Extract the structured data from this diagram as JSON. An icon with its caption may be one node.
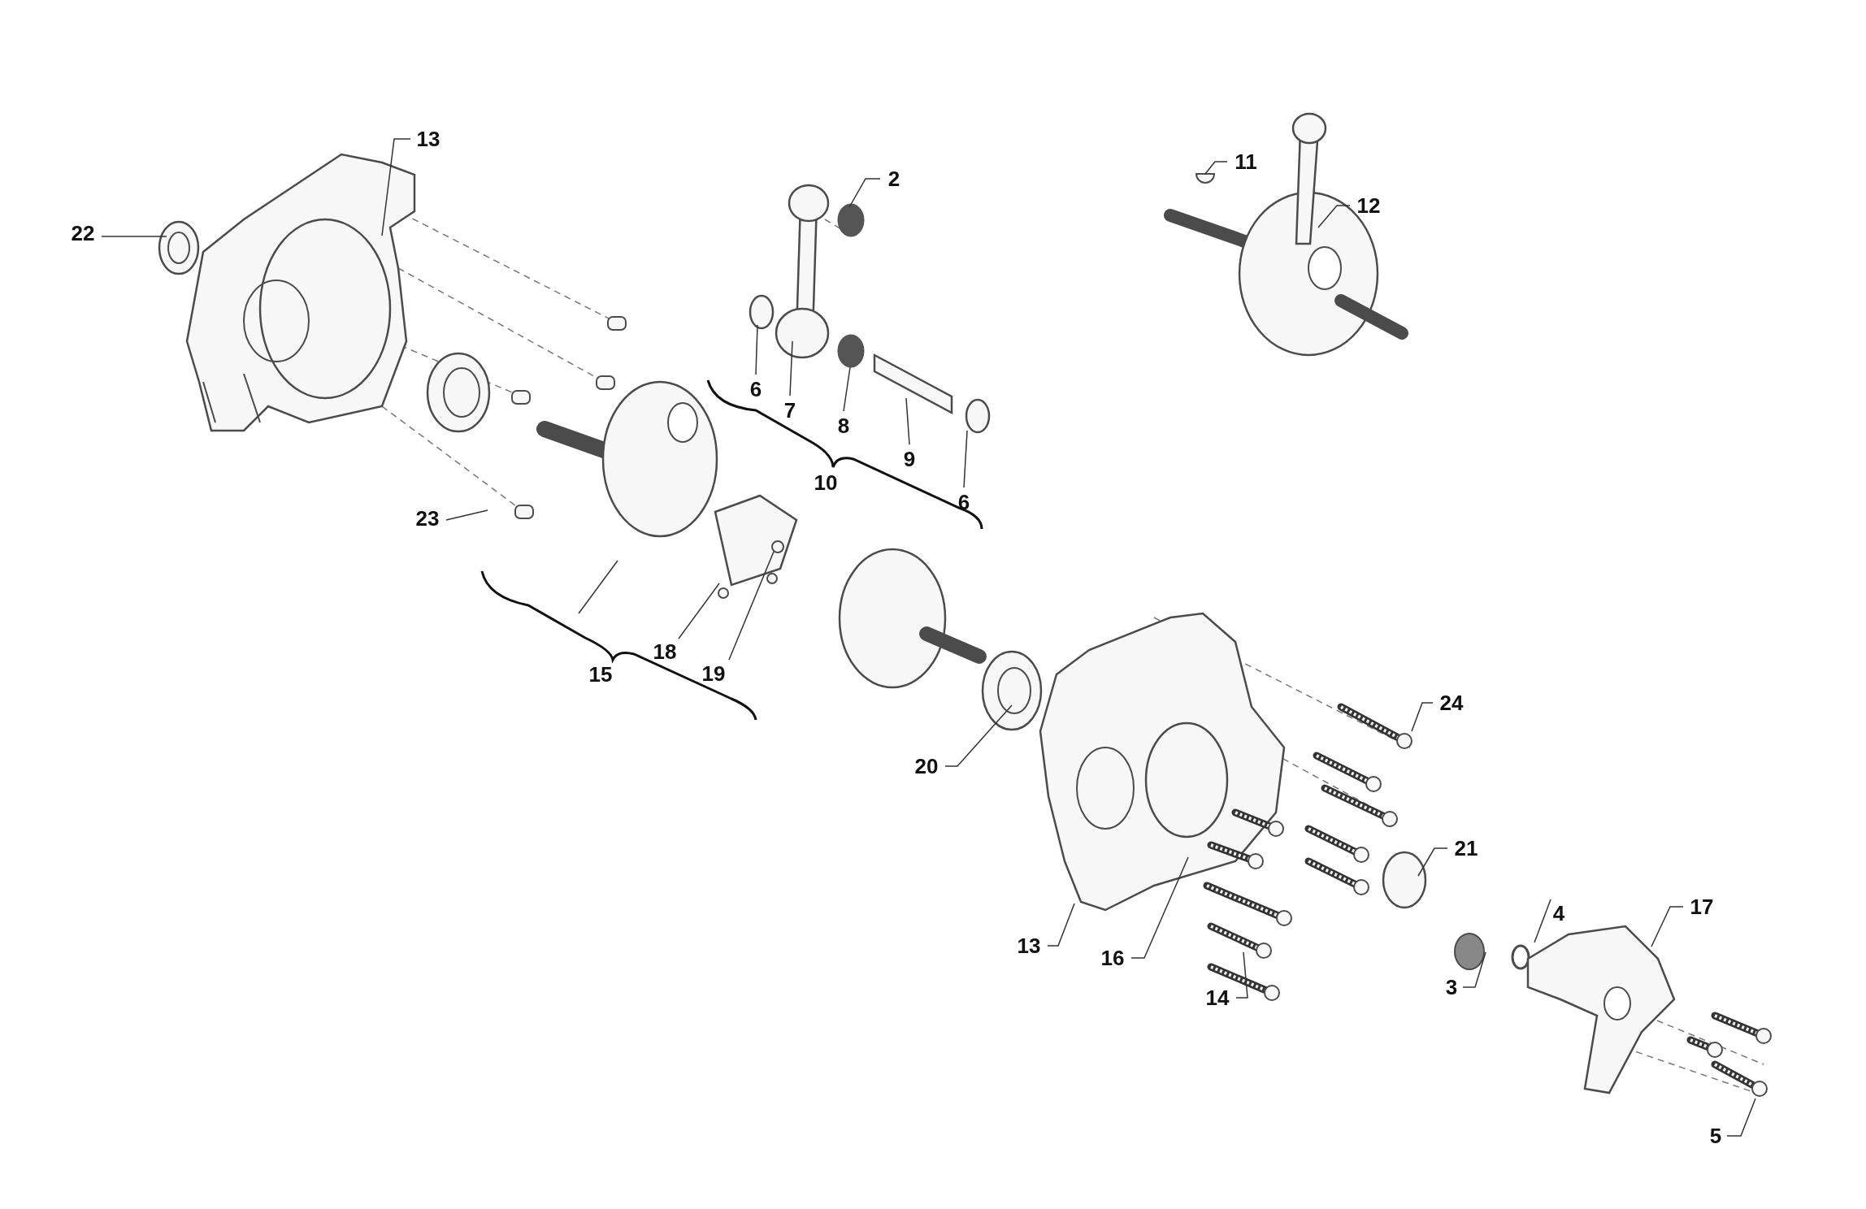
{
  "diagram": {
    "nodes": [
      {
        "text": [
          "13"
        ]
      },
      {
        "text": [
          "2"
        ]
      },
      {
        "text": [
          "11"
        ]
      },
      {
        "text": [
          "12"
        ]
      },
      {
        "text": [
          "22"
        ]
      },
      {
        "text": [
          "6"
        ]
      },
      {
        "text": [
          "7"
        ]
      },
      {
        "text": [
          "8"
        ]
      },
      {
        "text": [
          "9"
        ]
      },
      {
        "text": [
          "6"
        ]
      },
      {
        "text": [
          "23"
        ]
      },
      {
        "text": [
          "18"
        ]
      },
      {
        "text": [
          "19"
        ]
      },
      {
        "text": [
          "20"
        ]
      },
      {
        "text": [
          "24"
        ]
      },
      {
        "text": [
          "21"
        ]
      },
      {
        "text": [
          "4"
        ]
      },
      {
        "text": [
          "17"
        ]
      },
      {
        "text": [
          "13"
        ]
      },
      {
        "text": [
          "16"
        ]
      },
      {
        "text": [
          "3"
        ]
      },
      {
        "text": [
          "14"
        ]
      },
      {
        "text": [
          "5"
        ]
      },
      {
        "text": [],
        "shape": "circle"
      },
      {
        "text": [],
        "shape": "circle"
      },
      {
        "text": [],
        "shape": "circle"
      }
    ],
    "edges": [
      {
        "from": 0,
        "to": null,
        "arrow": "none"
      },
      {
        "from": 1,
        "to": null,
        "arrow": "none"
      },
      {
        "from": 2,
        "to": 23,
        "arrow": "none"
      },
      {
        "from": 3,
        "to": null,
        "arrow": "none"
      },
      {
        "from": 4,
        "to": null,
        "arrow": "none"
      },
      {
        "from": 5,
        "to": null,
        "arrow": "none"
      },
      {
        "from": 6,
        "to": null,
        "arrow": "none"
      },
      {
        "from": 7,
        "to": 24,
        "arrow": "none"
      },
      {
        "from": 8,
        "to": null,
        "arrow": "none"
      },
      {
        "from": 9,
        "to": null,
        "arrow": "none"
      },
      {
        "from": 10,
        "to": null,
        "arrow": "none"
      },
      {
        "from": 11,
        "to": null,
        "arrow": "none"
      },
      {
        "from": 12,
        "to": 25,
        "arrow": "none"
      },
      {
        "from": 13,
        "to": null,
        "arrow": "none"
      },
      {
        "from": 14,
        "to": null,
        "arrow": "none"
      },
      {
        "from": 15,
        "to": null,
        "arrow": "none"
      },
      {
        "from": 16,
        "to": null,
        "arrow": "none"
      },
      {
        "from": 17,
        "to": null,
        "arrow": "none"
      },
      {
        "from": 18,
        "to": null,
        "arrow": "none"
      },
      {
        "from": 19,
        "to": null,
        "arrow": "none"
      },
      {
        "from": 20,
        "to": null,
        "arrow": "none"
      },
      {
        "from": 21,
        "to": null,
        "arrow": "none"
      },
      {
        "from": 22,
        "to": null,
        "arrow": "none"
      }
    ],
    "labels": [
      "10",
      "15"
    ]
  }
}
